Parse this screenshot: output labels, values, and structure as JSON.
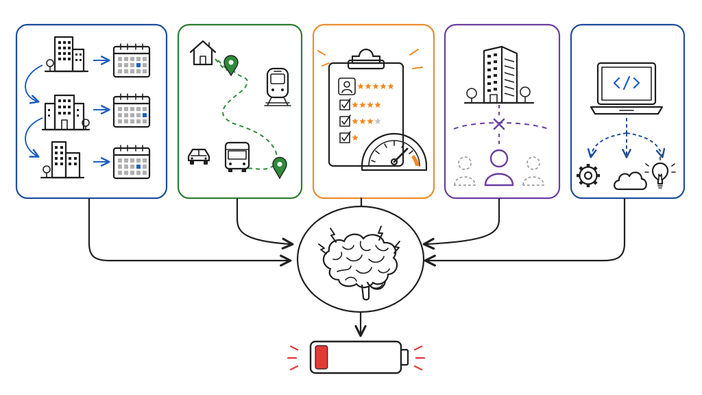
{
  "colors": {
    "panel_1_border": "#1f4e9a",
    "panel_2_border": "#2e7d32",
    "panel_3_border": "#ef8c2e",
    "panel_4_border": "#6a3fa0",
    "panel_5_border": "#1f4e9a",
    "ink": "#1f1f1f",
    "accent_blue": "#1f5fbf",
    "accent_green": "#2e8b3a",
    "accent_orange": "#f08a24",
    "accent_purple": "#6a3fa0",
    "alert_red": "#e53935",
    "muted_grey": "#9e9e9e"
  },
  "panels": [
    {
      "name": "multiple-sites-schedules",
      "icons": [
        "building-icon",
        "building-icon",
        "building-icon",
        "calendar-icon",
        "calendar-icon",
        "calendar-icon"
      ]
    },
    {
      "name": "commute-route",
      "icons": [
        "home-icon",
        "location-pin-icon",
        "train-icon",
        "car-icon",
        "bus-icon",
        "location-pin-icon"
      ]
    },
    {
      "name": "performance-rating",
      "icons": [
        "clipboard-icon",
        "star-rating-icon",
        "speedometer-icon"
      ]
    },
    {
      "name": "office-disconnection",
      "icons": [
        "office-building-icon",
        "cross-icon",
        "person-icon"
      ]
    },
    {
      "name": "remote-tech-work",
      "icons": [
        "laptop-code-icon",
        "gear-icon",
        "cloud-icon",
        "lightbulb-icon"
      ]
    }
  ],
  "center": {
    "icon": "stressed-brain-icon"
  },
  "result": {
    "icon": "low-battery-icon",
    "level": 0.15
  }
}
